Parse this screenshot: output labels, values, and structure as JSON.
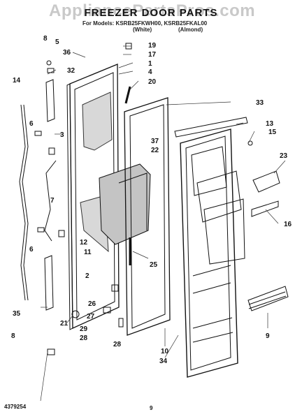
{
  "header": {
    "watermark": "AppliancePartsPros.com",
    "title": "FREEZER DOOR PARTS",
    "model_line": "For Models: KSRB25FKWH00, KSRB25FKAL00",
    "color_white": "(White)",
    "color_almond": "(Almond)"
  },
  "footer": {
    "part_number": "4379254",
    "page": "9"
  },
  "callouts": {
    "c8a": "8",
    "c5": "5",
    "c36": "36",
    "c32": "32",
    "c19": "19",
    "c17": "17",
    "c1": "1",
    "c4": "4",
    "c20": "20",
    "c14": "14",
    "c6a": "6",
    "c3": "3",
    "c33": "33",
    "c13": "13",
    "c15": "15",
    "c37": "37",
    "c22": "22",
    "c23": "23",
    "c7": "7",
    "c6b": "6",
    "c12": "12",
    "c11": "11",
    "c16": "16",
    "c2": "2",
    "c25": "25",
    "c26": "26",
    "c27": "27",
    "c29": "29",
    "c28a": "28",
    "c28b": "28",
    "c35": "35",
    "c21": "21",
    "c8b": "8",
    "c10": "10",
    "c34": "34",
    "c9": "9"
  }
}
